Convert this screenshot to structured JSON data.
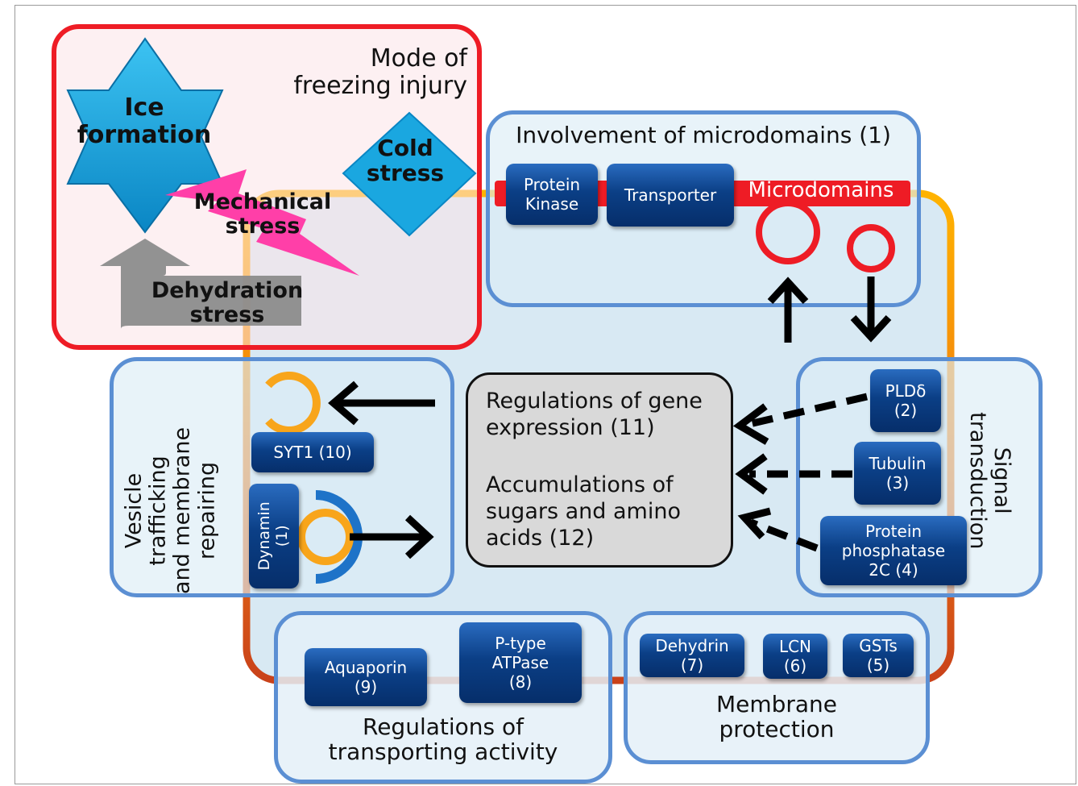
{
  "injury": {
    "title": "Mode of\nfreezing injury",
    "ice": "Ice\nformation",
    "cold": "Cold\nstress",
    "mechanical": "Mechanical\nstress",
    "dehydration": "Dehydration\nstress"
  },
  "microdomains": {
    "title": "Involvement of microdomains (1)",
    "protein_kinase": "Protein\nKinase",
    "transporter": "Transporter",
    "bar_label": "Microdomains"
  },
  "center": {
    "gene": "Regulations of gene\nexpression (11)",
    "sugars": "Accumulations of\nsugars and amino\nacids (12)"
  },
  "vesicle": {
    "title": "Vesicle\ntrafficking\nand membrane\nrepairing",
    "syt1": "SYT1 (10)",
    "dynamin": "Dynamin\n(1)"
  },
  "signal": {
    "title": "Signal\ntransduction",
    "pld": "PLDδ\n(2)",
    "tubulin": "Tubulin\n(3)",
    "pp2c": "Protein\nphosphatase\n2C (4)"
  },
  "transport": {
    "title": "Regulations of\ntransporting activity",
    "aquaporin": "Aquaporin\n(9)",
    "atpase": "P-type\nATPase\n(8)"
  },
  "membrane": {
    "title": "Membrane\nprotection",
    "dehydrin": "Dehydrin\n(7)",
    "lcn": "LCN\n(6)",
    "gsts": "GSTs\n(5)"
  },
  "colors": {
    "panel_border": "#5b8fd3",
    "injury_border": "#ee1c25",
    "microdomain_red": "#ee1c25",
    "ice_blue": "#1aa7e0",
    "mechanical_pink": "#ff3fa8",
    "protein_box": "#0b3f86"
  }
}
